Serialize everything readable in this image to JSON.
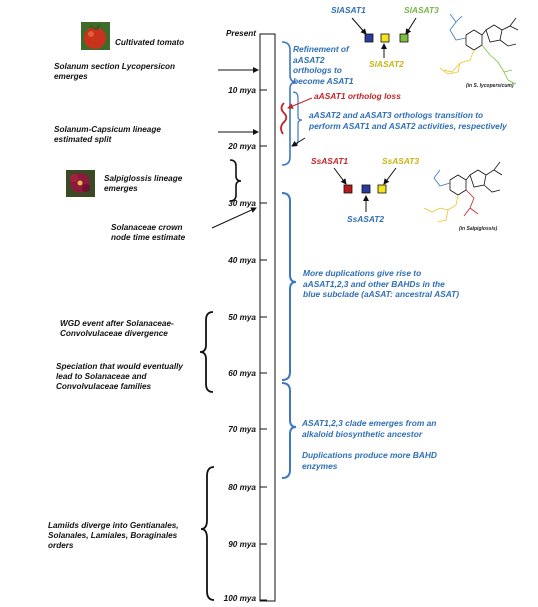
{
  "timeline": {
    "present_label": "Present",
    "ticks": [
      "10 mya",
      "20 mya",
      "30 mya",
      "40 mya",
      "50 mya",
      "60 mya",
      "70 mya",
      "80 mya",
      "90 mya",
      "100 mya"
    ]
  },
  "left_events": {
    "cultivated_tomato": "Cultivated tomato",
    "lycopersicon": [
      "Solanum section Lycopersicon",
      "emerges"
    ],
    "capsicum_split": [
      "Solanum-Capsicum lineage",
      "estimated split"
    ],
    "salpiglossis": [
      "Salpiglossis lineage",
      "emerges"
    ],
    "crown_node": [
      "Solanaceae crown",
      "node time estimate"
    ],
    "wgd": [
      "WGD event after Solanaceae-",
      "Convolvulaceae divergence"
    ],
    "speciation": [
      "Speciation that would eventually",
      "lead to Solanaceae and",
      "Convolvulaceae families"
    ],
    "lamiids": [
      "Lamiids diverge into Gentianales,",
      "Solanales, Lamiales, Boraginales",
      "orders"
    ]
  },
  "right_events": {
    "refinement": [
      "Refinement of",
      "aASAT2",
      "orthologs to",
      "become ASAT1"
    ],
    "ortholog_loss": "aASAT1 ortholog loss",
    "transition": [
      "aASAT2 and aASAT3 orthologs transition to",
      "perform ASAT1 and ASAT2 activities, respectively"
    ],
    "duplications": [
      "More duplications give rise to",
      "aASAT1,2,3 and other BAHDs in the",
      "blue subclade (aASAT: ancestral ASAT)"
    ],
    "clade": [
      "ASAT1,2,3 clade emerges from an",
      "alkaloid biosynthetic ancestor"
    ],
    "more_bahd": [
      "Duplications produce more BAHD",
      "enzymes"
    ]
  },
  "enzymes_lycopersicum": {
    "asat1": "SlASAT1",
    "asat2": "SlASAT2",
    "asat3": "SlASAT3",
    "caption": "(in S. lycopersicum)"
  },
  "enzymes_salpiglossis": {
    "asat1": "SsASAT1",
    "asat2": "SsASAT2",
    "asat3": "SsASAT3",
    "caption": "(in Salpiglossis)"
  },
  "colors": {
    "blue_text": "#2e6fb5",
    "red_text": "#c0252a",
    "yellow_text": "#c9b417",
    "green_text": "#78b548",
    "box_red": "#b71c1c",
    "box_blue": "#2b3c9c",
    "box_yellow": "#f2e51b",
    "box_green": "#7dbf3f"
  }
}
